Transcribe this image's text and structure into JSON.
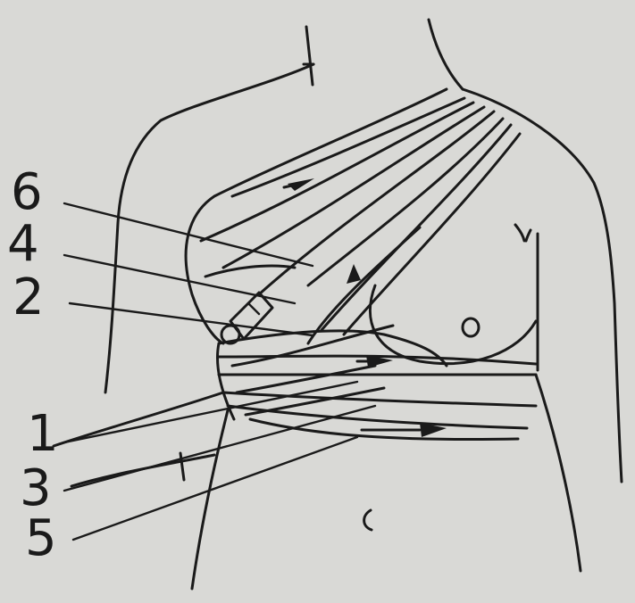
{
  "figure": {
    "background_color": "#d9d9d6",
    "ink_color": "#1a1a1a",
    "labels": [
      {
        "id": "label-6",
        "text": "6"
      },
      {
        "id": "label-4",
        "text": "4"
      },
      {
        "id": "label-2",
        "text": "2"
      },
      {
        "id": "label-1",
        "text": "1"
      },
      {
        "id": "label-3",
        "text": "3"
      },
      {
        "id": "label-5",
        "text": "5"
      }
    ],
    "arrow_icons": [
      "arrow-right-icon",
      "arrow-up-icon"
    ]
  }
}
